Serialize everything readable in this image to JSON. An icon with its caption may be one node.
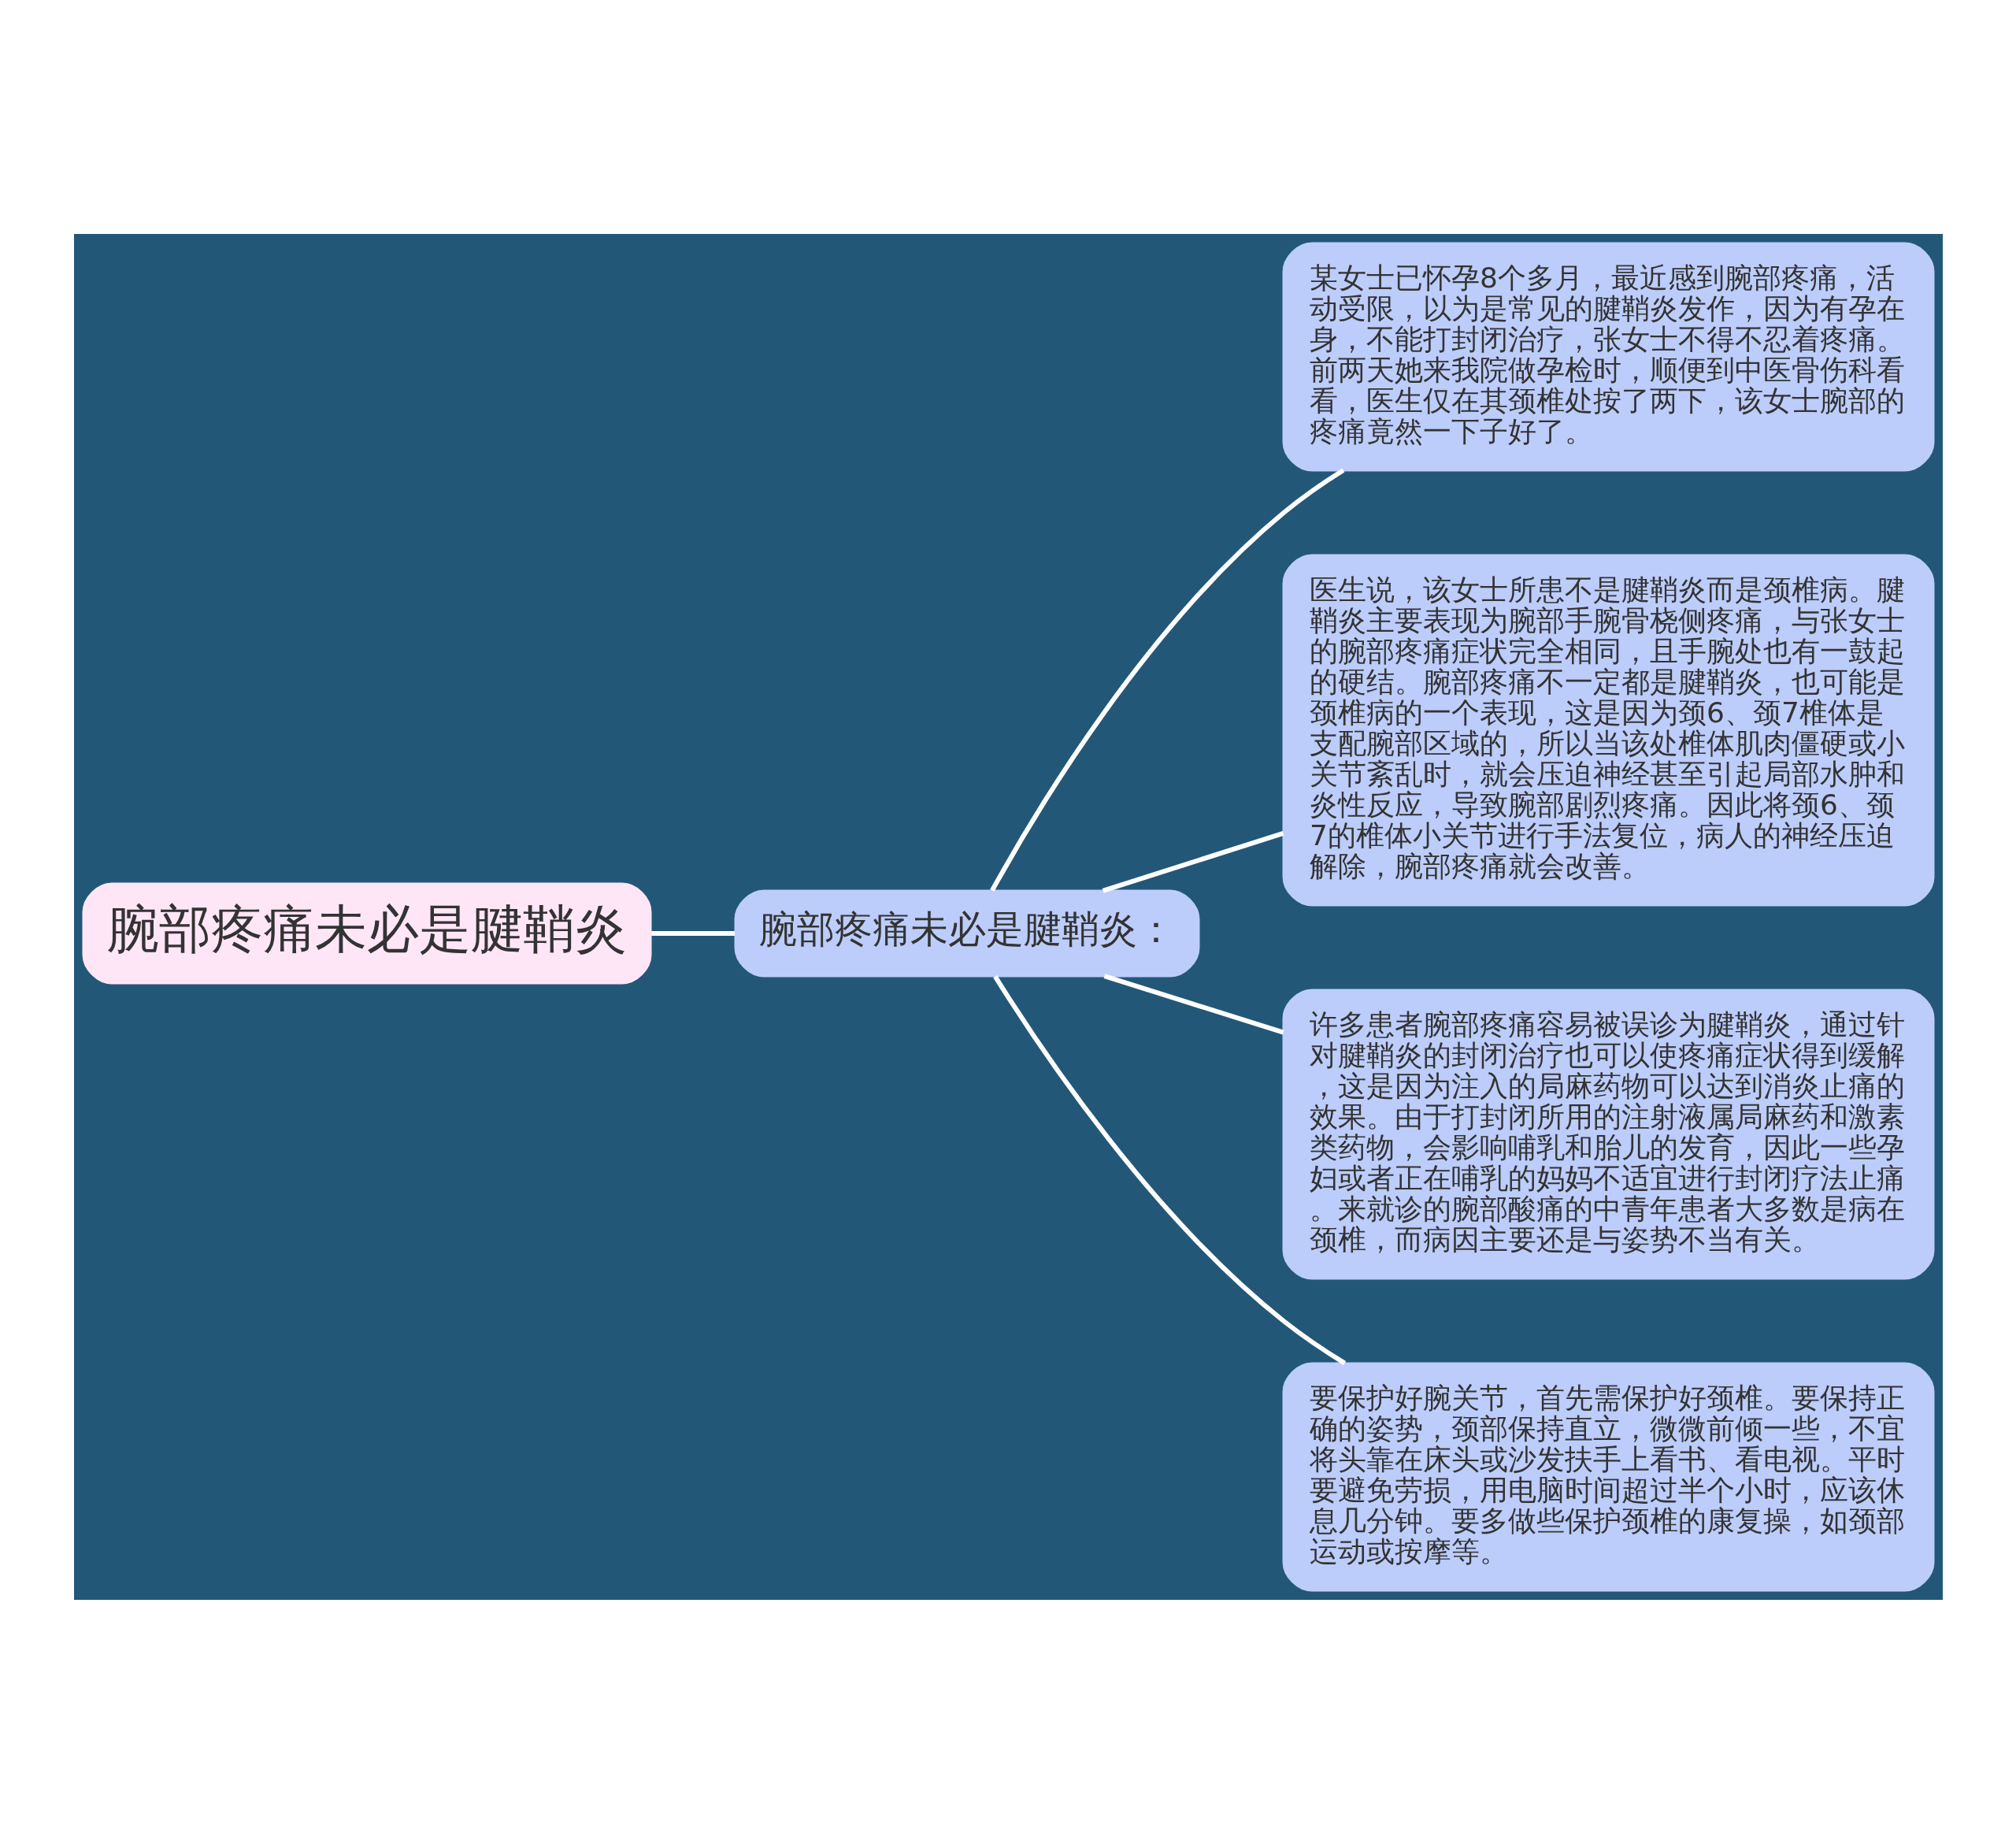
{
  "diagram": {
    "nodes": [
      {
        "text": [
          "腕部疼痛未必是腱鞘炎"
        ]
      },
      {
        "text": [
          "腕部疼痛未必是腱鞘炎："
        ]
      },
      {
        "text": [
          "某女士已怀孕8个多月，最近感到腕部疼痛，活动受限，以为是常见的腱鞘炎发作，因为有孕在身，不能打封闭治疗，张女士不得不忍着疼痛。前两天她来我院做孕检时，顺便到中医骨伤科看看，医生仅在其颈椎处按了两下，该女士腕部的疼痛竟然一下子好了。"
        ]
      },
      {
        "text": [
          "医生说，该女士所患不是腱鞘炎而是颈椎病。腱鞘炎主要表现为腕部手腕骨桡侧疼痛，与张女士的腕部疼痛症状完全相同，且手腕处也有一鼓起的硬结。腕部疼痛不一定都是腱鞘炎，也可能是颈椎病的一个表现，这是因为颈6、颈7椎体是支配腕部区域的，所以当该处椎体肌肉僵硬或小关节紊乱时，就会压迫神经甚至引起局部水肿和炎性反应，导致腕部剧烈疼痛。因此将颈6、颈7的椎体小关节进行手法复位，病人的神经压迫解除，腕部疼痛就会改善。"
        ]
      },
      {
        "text": [
          "许多患者腕部疼痛容易被误诊为腱鞘炎，通过针对腱鞘炎的封闭治疗也可以使疼痛症状得到缓解，这是因为注入的局麻药物可以达到消炎止痛的效果。由于打封闭所用的注射液属局麻药和激素类药物，会影响哺乳和胎儿的发育，因此一些孕妇或者正在哺乳的妈妈不适宜进行封闭疗法止痛。来就诊的腕部酸痛的中青年患者大多数是病在颈椎，而病因主要还是与姿势不当有关。"
        ]
      },
      {
        "text": [
          "要保护好腕关节，首先需保护好颈椎。要保持正确的姿势，颈部保持直立，微微前倾一些，不宜将头靠在床头或沙发扶手上看书、看电视。平时要避免劳损，用电脑时间超过半个小时，应该休息几分钟。要多做些保护颈椎的康复操，如颈部运动或按摩等。"
        ]
      }
    ],
    "edges": [
      {
        "from": 0,
        "to": 1,
        "arrow": "none"
      },
      {
        "from": 1,
        "to": 2,
        "arrow": "none"
      },
      {
        "from": 1,
        "to": 3,
        "arrow": "none"
      },
      {
        "from": 1,
        "to": 4,
        "arrow": "none"
      },
      {
        "from": 1,
        "to": 5,
        "arrow": "none"
      }
    ]
  }
}
